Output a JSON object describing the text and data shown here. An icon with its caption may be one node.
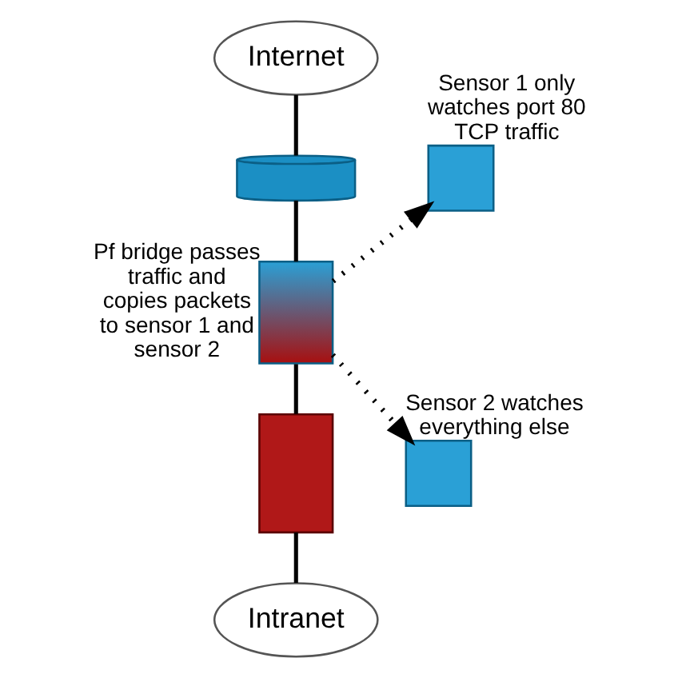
{
  "diagram": {
    "nodes": [
      {
        "text": [
          "Internet"
        ]
      },
      {
        "text": [],
        "shape": "cylinder"
      },
      {
        "text": [],
        "shape": "box",
        "beside": [
          "Pf bridge passes traffic and copies packets to sensor 1 and sensor 2"
        ]
      },
      {
        "text": [],
        "shape": "box"
      },
      {
        "text": [
          "Intranet"
        ]
      },
      {
        "text": [],
        "shape": "box",
        "beside": [
          "Sensor 1 only watches port 80 TCP traffic"
        ]
      },
      {
        "text": [],
        "shape": "box",
        "beside": [
          "Sensor 2 watches everything else"
        ]
      }
    ],
    "edges": [
      {
        "from": 0,
        "to": 1,
        "arrow": "none"
      },
      {
        "from": 1,
        "to": 2,
        "arrow": "none"
      },
      {
        "from": 2,
        "to": 3,
        "arrow": "none"
      },
      {
        "from": 3,
        "to": 4,
        "arrow": "none"
      },
      {
        "from": 2,
        "to": 5,
        "arrow": "to",
        "style": "dashed"
      },
      {
        "from": 2,
        "to": 6,
        "arrow": "to",
        "style": "dashed"
      }
    ]
  }
}
